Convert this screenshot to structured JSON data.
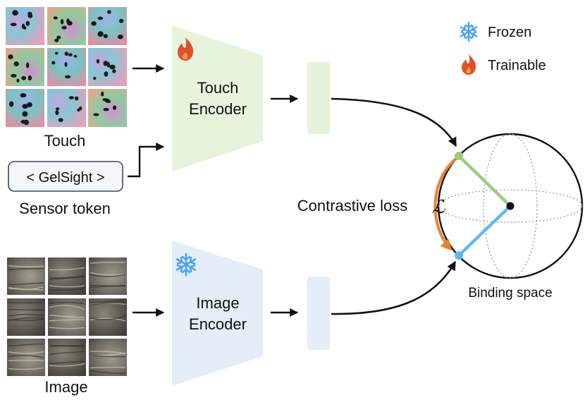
{
  "colors": {
    "touch_encoder": "#e8f3de",
    "touch_embedding": "#e6f2dc",
    "image_encoder": "#e4edf8",
    "image_embedding": "#e4edf8",
    "touch_point": "#9ccc7c",
    "image_point": "#5bbcf0",
    "loss_arrow": "#ee8033",
    "frozen_icon": "#4aa3f0",
    "trainable_icon": "#e0502a",
    "arrow": "#111111"
  },
  "legend": {
    "frozen_label": "Frozen",
    "trainable_label": "Trainable",
    "frozen_icon": "snowflake-icon",
    "trainable_icon": "flame-icon"
  },
  "touch": {
    "caption": "Touch",
    "encoder_line1": "Touch",
    "encoder_line2": "Encoder",
    "encoder_state": "trainable"
  },
  "sensor": {
    "token": "< GelSight >",
    "caption": "Sensor token"
  },
  "image": {
    "caption": "Image",
    "encoder_line1": "Image",
    "encoder_line2": "Encoder",
    "encoder_state": "frozen"
  },
  "loss": {
    "label": "Contrastive loss",
    "symbol": "ℒ"
  },
  "space": {
    "caption": "Binding space"
  }
}
